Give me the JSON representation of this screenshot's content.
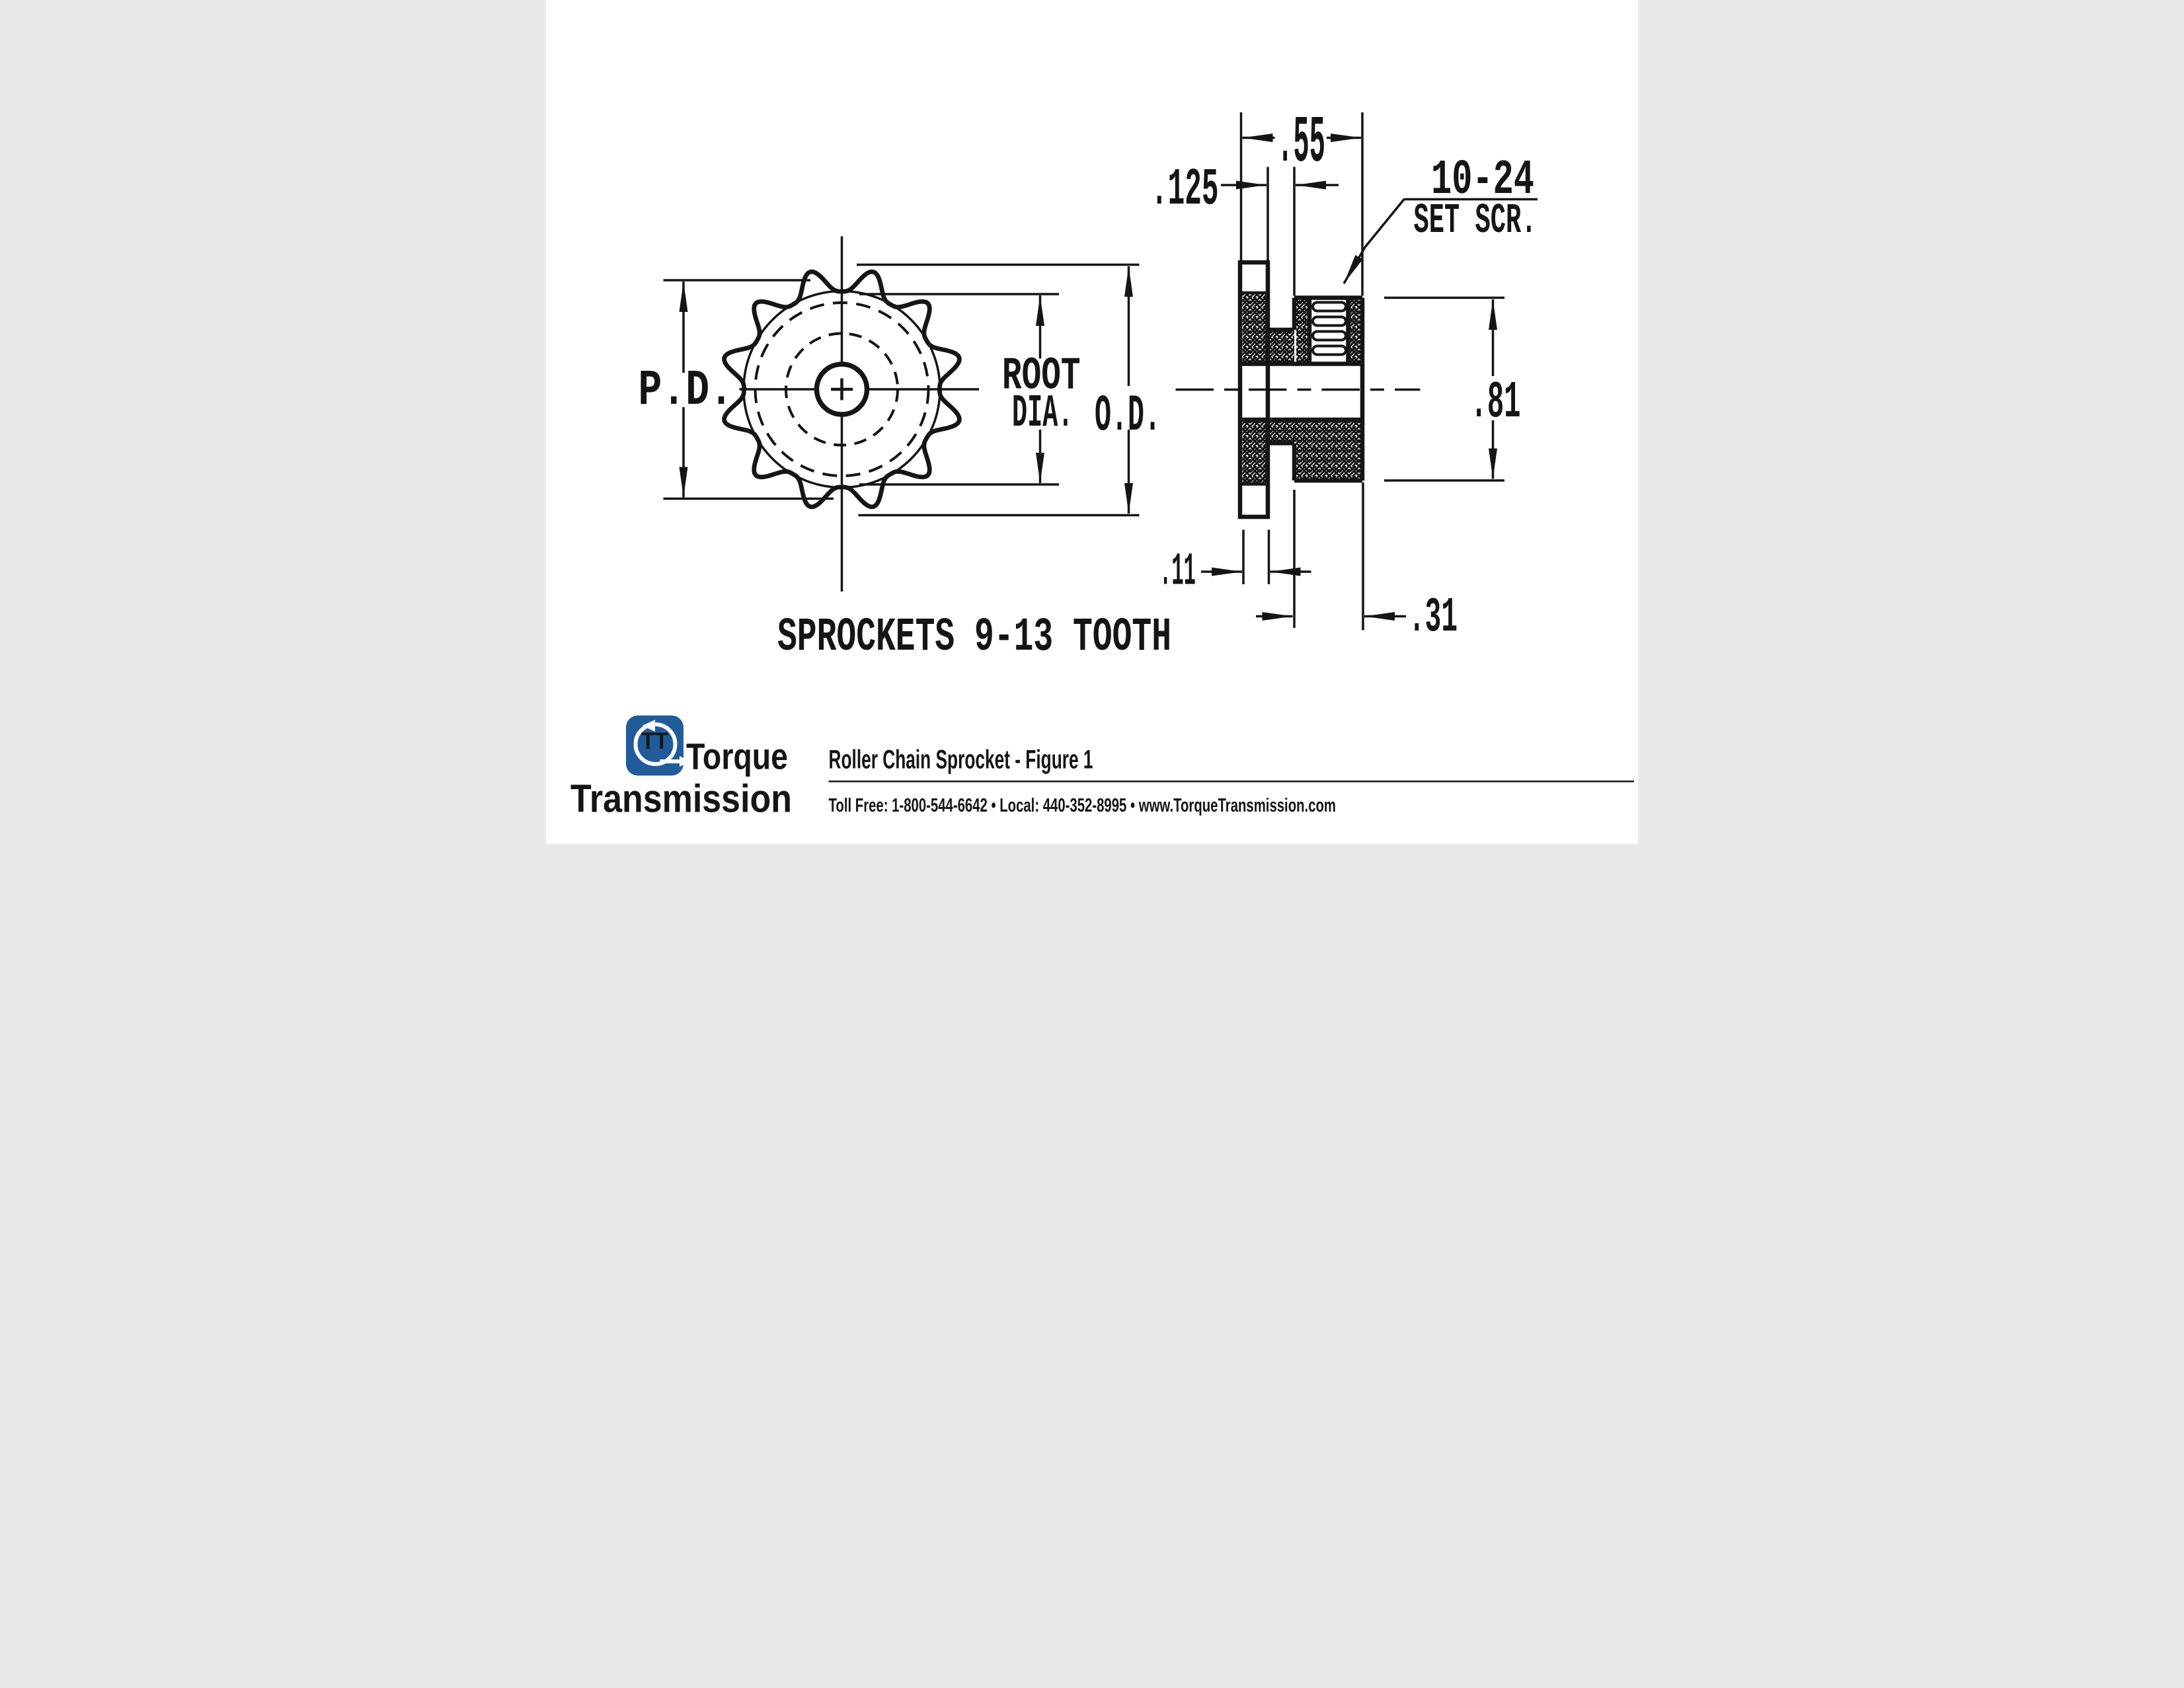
{
  "drawing": {
    "dim_overall_width": ".55",
    "dim_recess": ".125",
    "set_screw_line1": "10-24",
    "set_screw_line2": "SET SCR.",
    "dim_hub_diameter": ".81",
    "dim_plate_thickness": ".11",
    "dim_hub_projection": ".31",
    "label_pitch_diameter": "P.D.",
    "label_root_line1": "ROOT",
    "label_root_line2": "DIA.",
    "label_outside_diameter": "O.D.",
    "caption": "SPROCKETS 9-13 TOOTH"
  },
  "footer": {
    "logo_monogram": "TT",
    "logo_line1": "Torque",
    "logo_line2": "Transmission",
    "brand_blue": "#1f5c99",
    "title": "Roller Chain Sprocket - Figure 1",
    "contact": "Toll Free: 1-800-544-6642  •  Local: 440-352-8995  •  www.TorqueTransmission.com"
  },
  "icons": {
    "logo_circular_arrow": "circular-arrow-icon"
  }
}
